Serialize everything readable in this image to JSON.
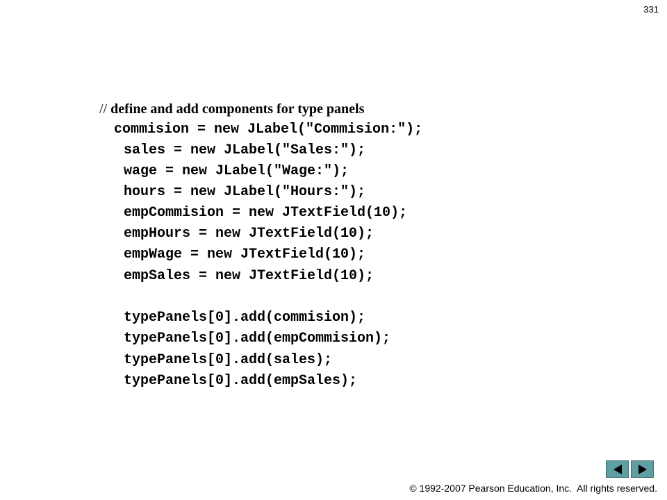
{
  "page_number": "331",
  "comment": {
    "slashes": "// ",
    "text": "define and add components for type panels"
  },
  "code_lines": [
    "commision = new JLabel(\"Commision:\");",
    "sales = new JLabel(\"Sales:\");",
    "wage = new JLabel(\"Wage:\");",
    "hours = new JLabel(\"Hours:\");",
    "empCommision = new JTextField(10);",
    "empHours = new JTextField(10);",
    "empWage = new JTextField(10);",
    "empSales = new JTextField(10);",
    "typePanels[0].add(commision);",
    "typePanels[0].add(empCommision);",
    "typePanels[0].add(sales);",
    "typePanels[0].add(empSales);"
  ],
  "nav": {
    "previous_icon": "triangle-left-icon",
    "next_icon": "triangle-right-icon",
    "button_color": "#5f9ea3"
  },
  "footer": {
    "copyright_symbol": "©",
    "text": " 1992-2007 Pearson Education, Inc.  All rights reserved."
  }
}
